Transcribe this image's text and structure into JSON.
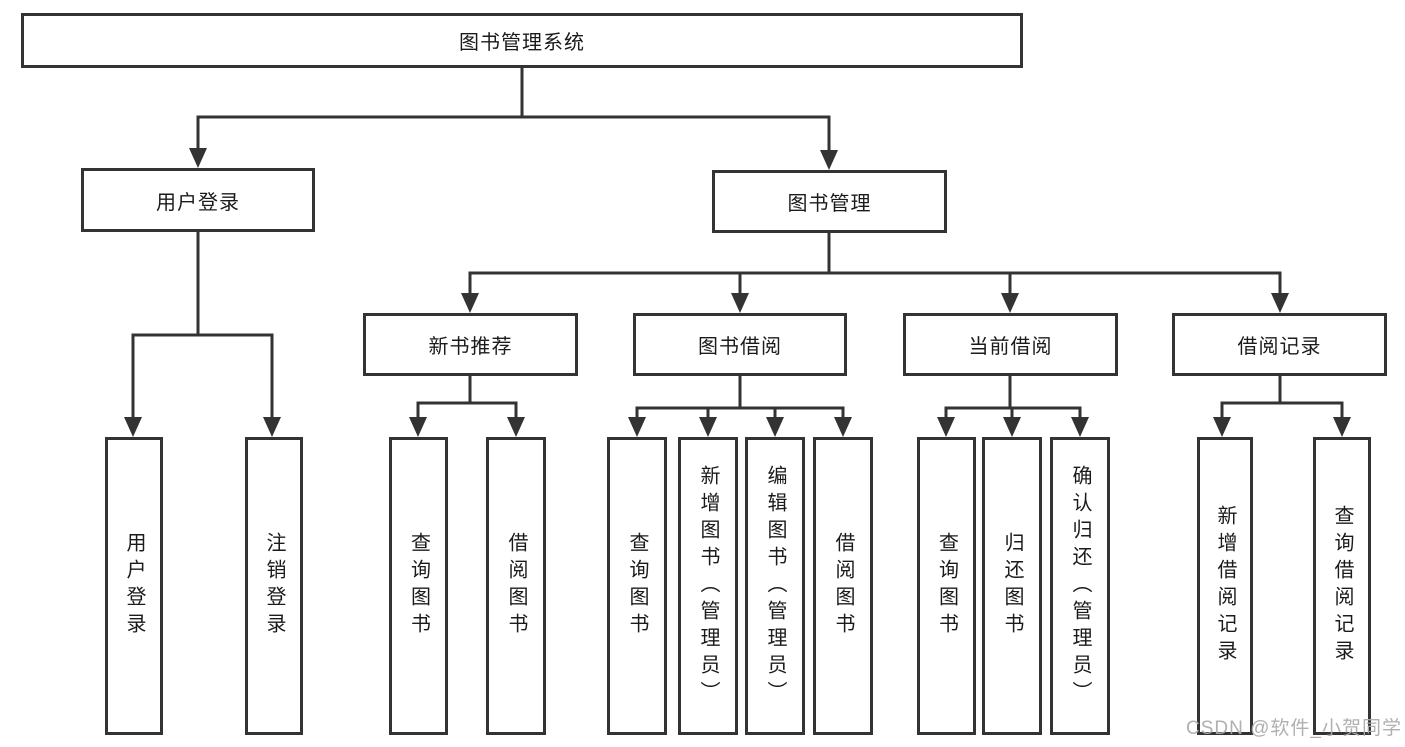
{
  "tree": {
    "root": {
      "label": "图书管理系统"
    },
    "branches": [
      {
        "label": "用户登录",
        "children": [
          {
            "label": "用户登录"
          },
          {
            "label": "注销登录"
          }
        ]
      },
      {
        "label": "图书管理",
        "children": [
          {
            "label": "新书推荐",
            "children": [
              {
                "label": "查询图书"
              },
              {
                "label": "借阅图书"
              }
            ]
          },
          {
            "label": "图书借阅",
            "children": [
              {
                "label": "查询图书"
              },
              {
                "label": "新增图书（管理员）"
              },
              {
                "label": "编辑图书（管理员）"
              },
              {
                "label": "借阅图书"
              }
            ]
          },
          {
            "label": "当前借阅",
            "children": [
              {
                "label": "查询图书"
              },
              {
                "label": "归还图书"
              },
              {
                "label": "确认归还（管理员）"
              }
            ]
          },
          {
            "label": "借阅记录",
            "children": [
              {
                "label": "新增借阅记录"
              },
              {
                "label": "查询借阅记录"
              }
            ]
          }
        ]
      }
    ]
  },
  "watermark": {
    "text": "CSDN @软件_小贺同学"
  },
  "colors": {
    "line": "#333333",
    "text": "#1b1b1b",
    "background": "#ffffff",
    "watermark": "#acacac"
  }
}
